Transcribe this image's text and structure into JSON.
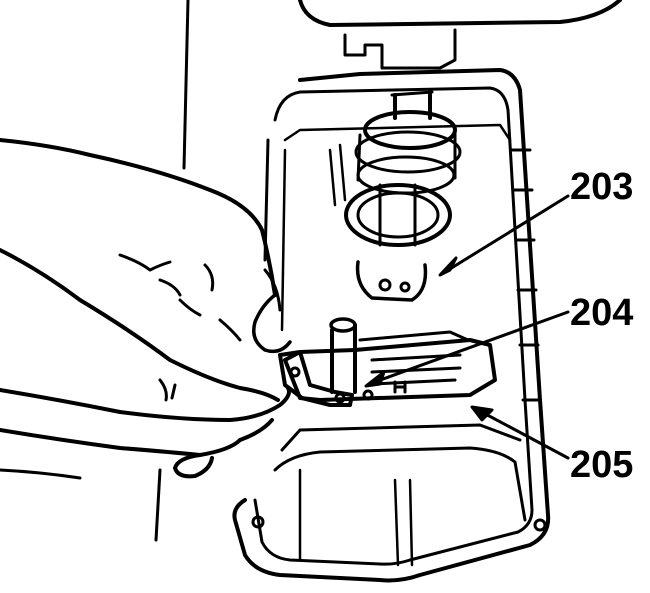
{
  "figure": {
    "callouts": [
      {
        "label": "203"
      },
      {
        "label": "204"
      },
      {
        "label": "205"
      }
    ]
  },
  "colors": {
    "ink": "#000000",
    "paper": "#ffffff"
  }
}
